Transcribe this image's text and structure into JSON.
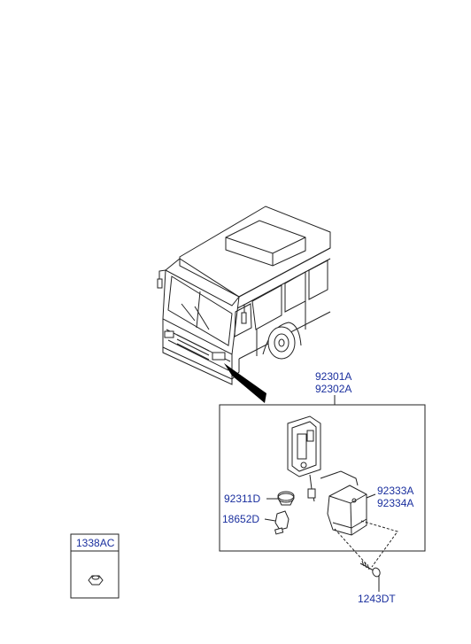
{
  "labels": {
    "lamp_assembly_lh": "92301A",
    "lamp_assembly_rh": "92302A",
    "bulb_socket": "92311D",
    "bulb": "18652D",
    "lens_lh": "92333A",
    "lens_rh": "92334A",
    "screw": "1243DT",
    "nut": "1338AC"
  }
}
